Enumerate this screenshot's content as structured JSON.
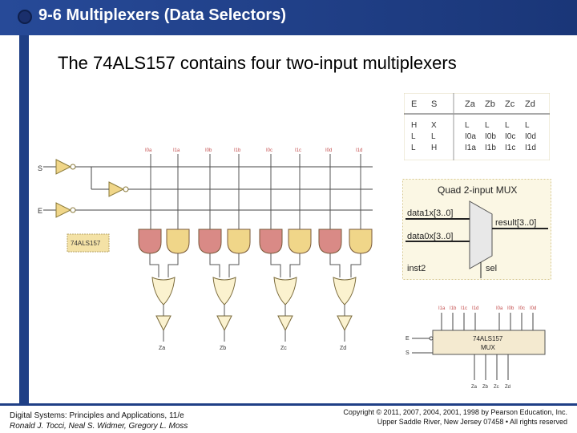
{
  "slide": {
    "title": "9-6 Multiplexers (Data Selectors)",
    "subtitle": "The 74ALS157 contains four two-input multiplexers"
  },
  "circuit": {
    "select_label": "S",
    "enable_label": "E",
    "chip_label": "74ALS157",
    "input_labels": [
      "I0a",
      "I1a",
      "I0b",
      "I1b",
      "I0c",
      "I1c",
      "I0d",
      "I1d"
    ],
    "output_labels": [
      "Za",
      "Zb",
      "Zc",
      "Zd"
    ]
  },
  "truth_table": {
    "headers": [
      "E",
      "S",
      "Za",
      "Zb",
      "Zc",
      "Zd"
    ],
    "rows": [
      [
        "H",
        "X",
        "L",
        "L",
        "L",
        "L"
      ],
      [
        "L",
        "L",
        "I0a",
        "I0b",
        "I0c",
        "I0d"
      ],
      [
        "L",
        "H",
        "I1a",
        "I1b",
        "I1c",
        "I1d"
      ]
    ]
  },
  "quartus_block": {
    "title": "Quad 2-input MUX",
    "port_in1": "data1x[3..0]",
    "port_in0": "data0x[3..0]",
    "port_out": "result[3..0]",
    "port_sel": "sel",
    "instance": "inst2"
  },
  "ic_symbol": {
    "name": "74ALS157",
    "type": "MUX",
    "pin_e": "E",
    "pin_s": "S",
    "top_pins": [
      "I1a",
      "I1b",
      "I1c",
      "I1d",
      "I0a",
      "I0b",
      "I0c",
      "I0d"
    ],
    "bottom_pins": [
      "Za",
      "Zb",
      "Zc",
      "Zd"
    ]
  },
  "footer": {
    "book_title": "Digital Systems: Principles and Applications, 11/e",
    "authors": "Ronald J. Tocci, Neal S. Widmer, Gregory L. Moss",
    "copyright": "Copyright © 2011, 2007, 2004, 2001, 1998 by Pearson Education, Inc.",
    "publisher": "Upper Saddle River, New Jersey 07458 • All rights reserved"
  },
  "colors": {
    "header_blue": "#1f3f86",
    "and_red": "#d98a86",
    "and_yellow": "#f0d689",
    "or_yellow": "#fbf2cf"
  }
}
